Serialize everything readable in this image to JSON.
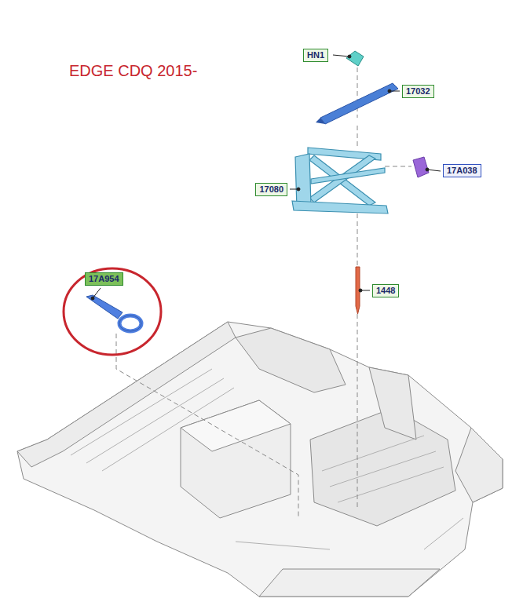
{
  "diagram": {
    "title": "EDGE CDQ 2015-",
    "labels": [
      "HN1",
      "17032",
      "17A038",
      "17080",
      "17A954",
      "1448"
    ]
  }
}
